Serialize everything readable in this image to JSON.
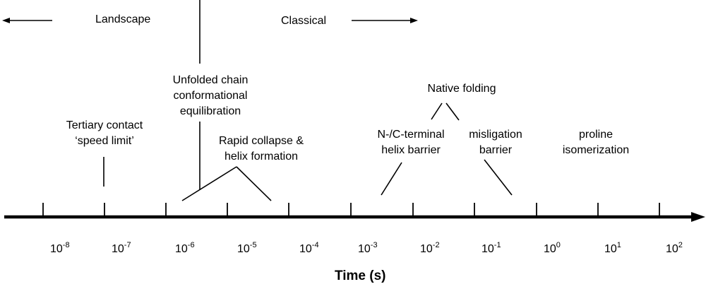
{
  "regimes": {
    "left_label": "Landscape",
    "right_label": "Classical"
  },
  "events": {
    "tertiary_line1": "Tertiary contact",
    "tertiary_line2": "‘speed limit’",
    "unfolded_line1": "Unfolded chain",
    "unfolded_line2": "conformational",
    "unfolded_line3": "equilibration",
    "collapse_line1": "Rapid collapse &",
    "collapse_line2": "helix formation",
    "native": "Native folding",
    "nc_line1": "N-/C-terminal",
    "nc_line2": "helix barrier",
    "mis_line1": "misligation",
    "mis_line2": "barrier",
    "pro_line1": "proline",
    "pro_line2": "isomerization"
  },
  "axis": {
    "title": "Time (s)",
    "tick_base": "10",
    "tick_exponents": [
      "-8",
      "-7",
      "-6",
      "-5",
      "-4",
      "-3",
      "-2",
      "-1",
      "0",
      "1",
      "2"
    ]
  }
}
